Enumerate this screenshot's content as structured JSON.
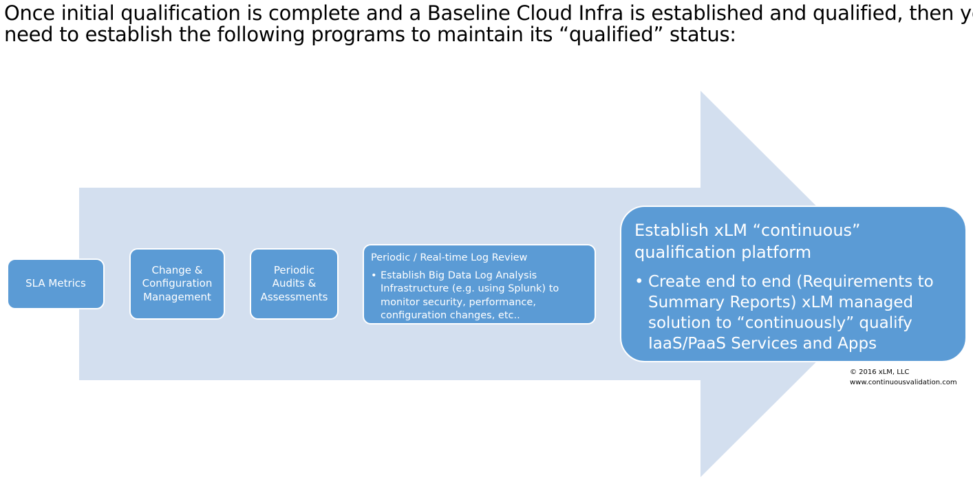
{
  "heading": {
    "line1": "Once initial qualification is complete and a Baseline Cloud Infra is established and qualified, then you",
    "line2": "need to establish the following programs to maintain its “qualified” status:"
  },
  "colors": {
    "arrow": "#d3dfef",
    "box": "#5b9bd5",
    "box_text": "#ffffff"
  },
  "boxes": {
    "sla": "SLA Metrics",
    "change": "Change & Configuration Management",
    "audits": "Periodic Audits & Assessments",
    "log_review": {
      "title": "Periodic / Real-time Log Review",
      "bullet": "Establish Big Data Log Analysis Infrastructure (e.g. using Splunk) to monitor security, performance, configuration changes, etc.."
    },
    "platform": {
      "title_line1": "Establish xLM “continuous”",
      "title_line2": "qualification platform",
      "bullet_line1": "Create end to end (Requirements to",
      "bullet_line2": "Summary Reports) xLM managed",
      "bullet_line3": "solution to “continuously” qualify",
      "bullet_line4": "IaaS/PaaS Services and Apps"
    }
  },
  "footer": {
    "copyright": "© 2016 xLM, LLC",
    "website": "www.continuousvalidation.com"
  }
}
